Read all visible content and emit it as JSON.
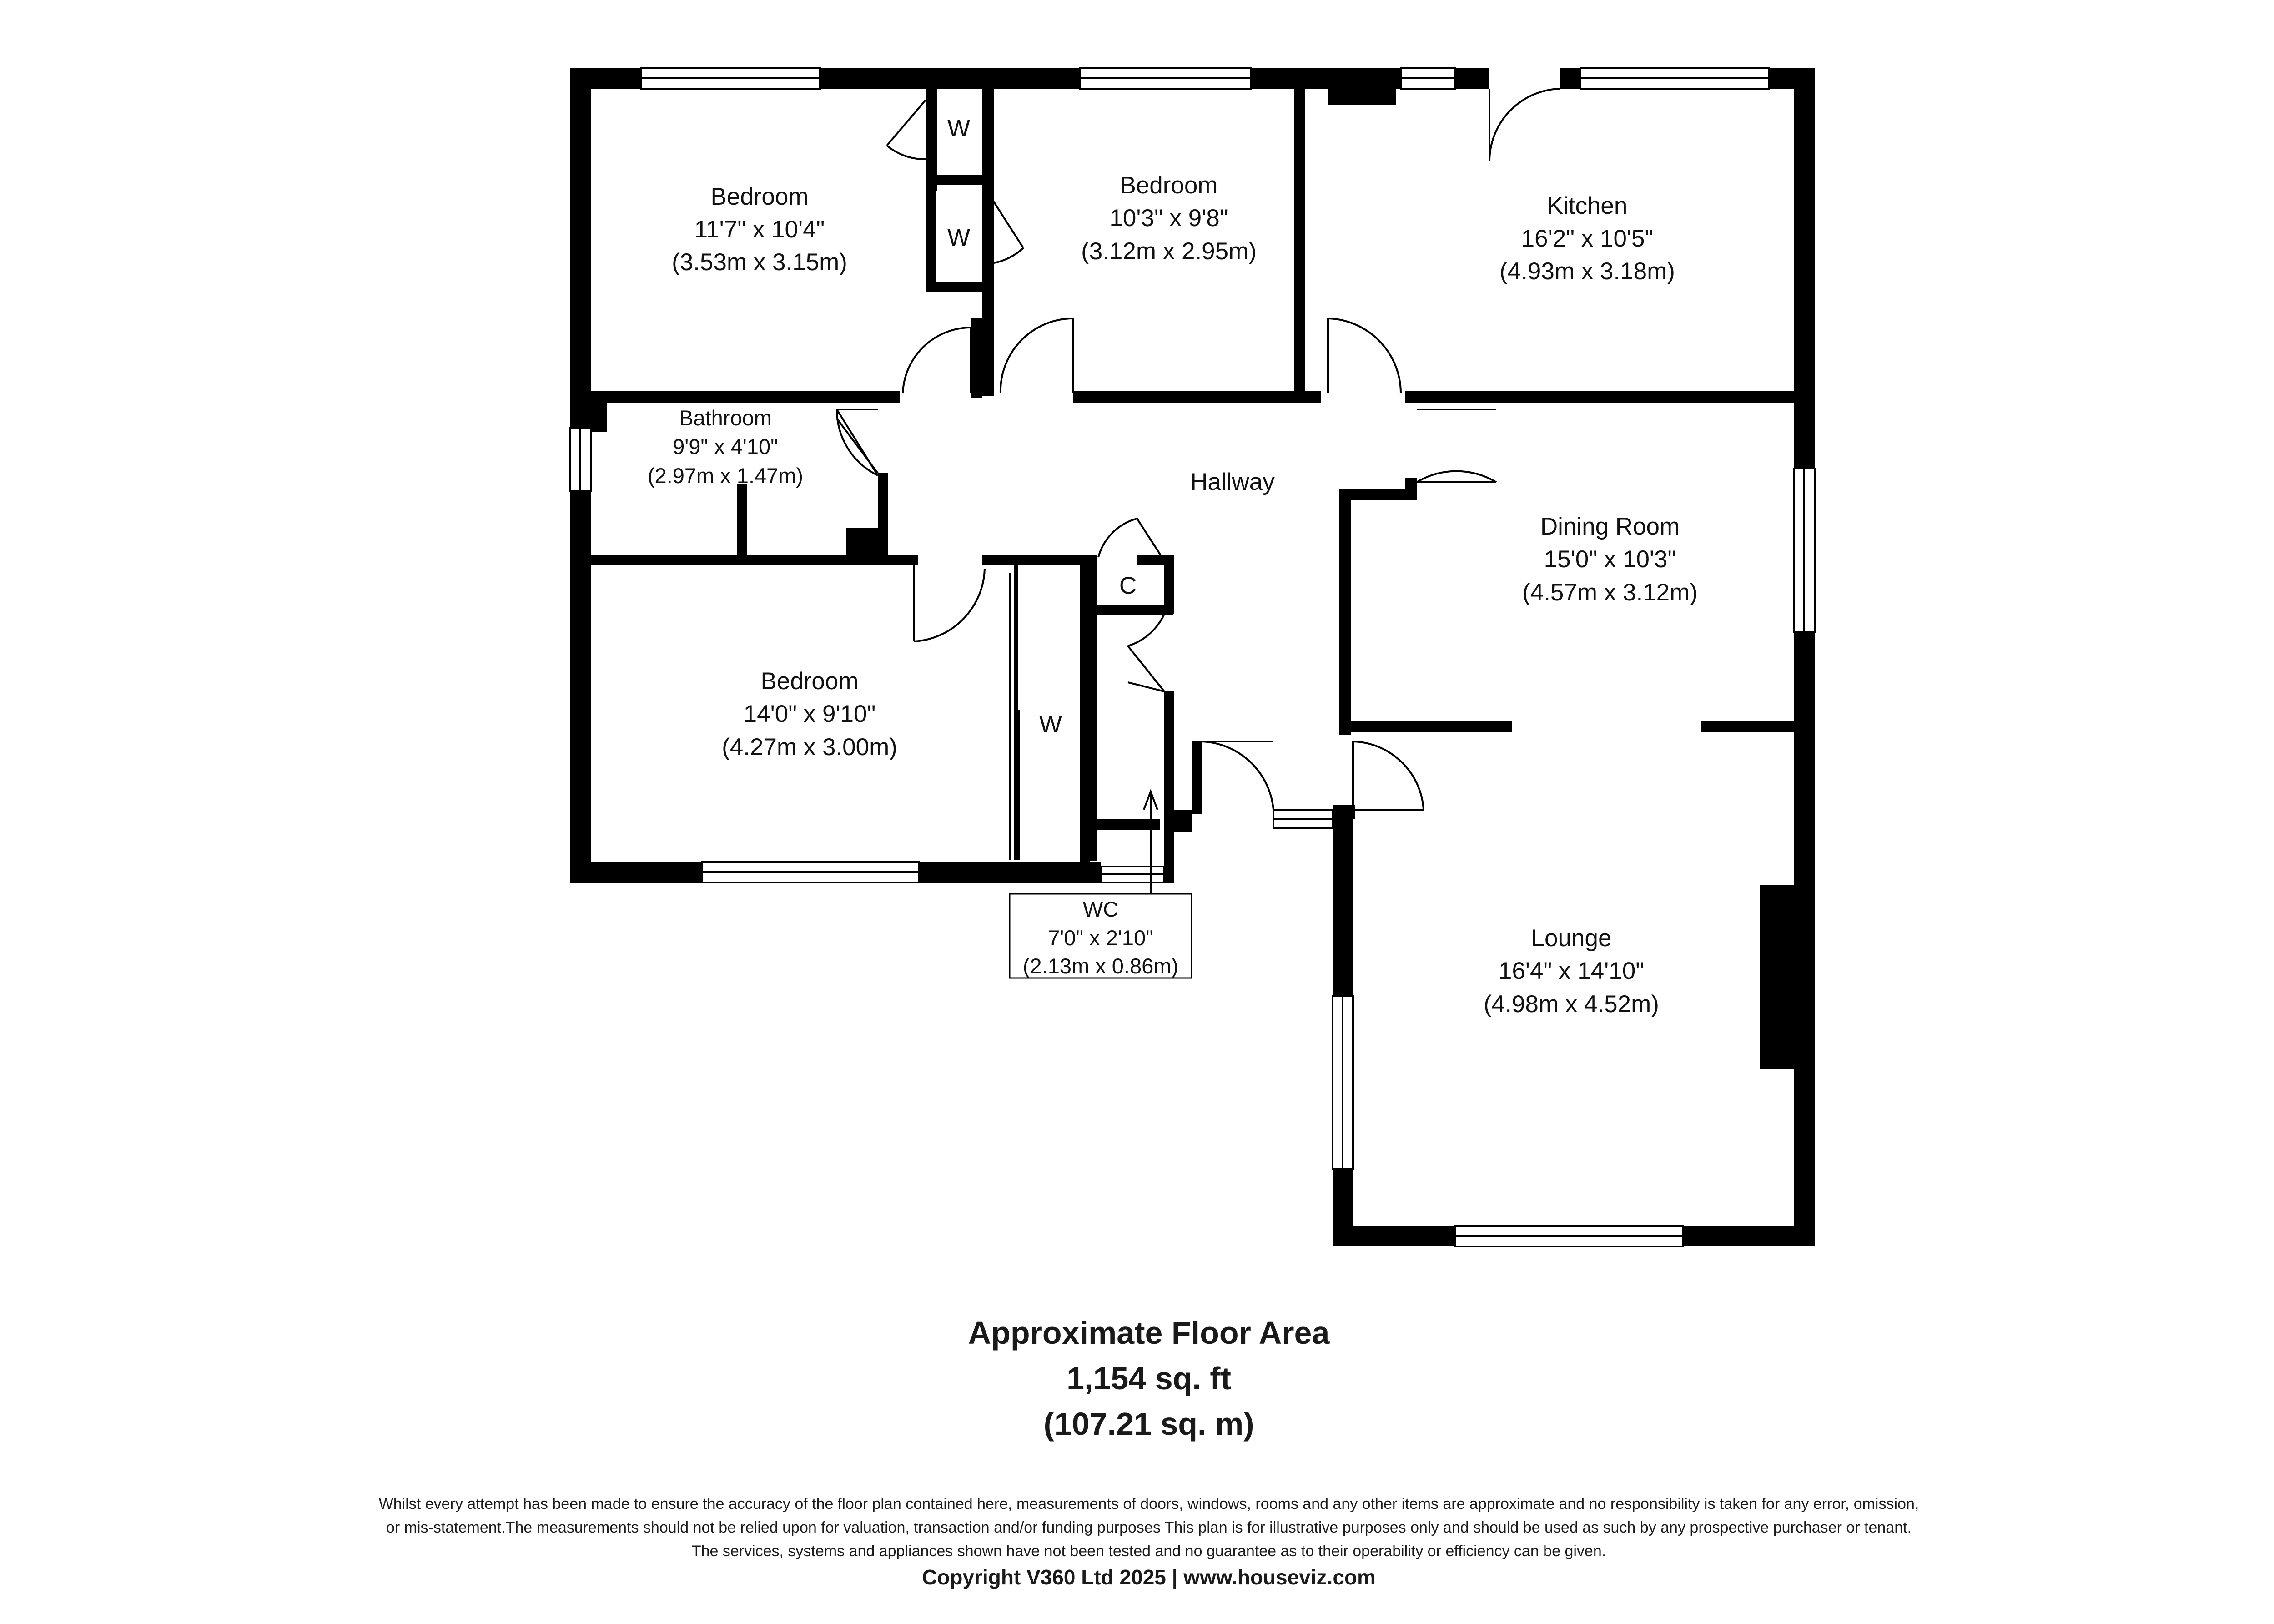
{
  "rooms": {
    "bedroom1": {
      "name": "Bedroom",
      "imperial": "11'7\" x 10'4\"",
      "metric": "(3.53m x 3.15m)"
    },
    "bedroom2": {
      "name": "Bedroom",
      "imperial": "10'3\" x 9'8\"",
      "metric": "(3.12m x 2.95m)"
    },
    "kitchen": {
      "name": "Kitchen",
      "imperial": "16'2\" x 10'5\"",
      "metric": "(4.93m x 3.18m)"
    },
    "bathroom": {
      "name": "Bathroom",
      "imperial": "9'9\" x 4'10\"",
      "metric": "(2.97m x 1.47m)"
    },
    "hallway": {
      "name": "Hallway"
    },
    "dining": {
      "name": "Dining Room",
      "imperial": "15'0\" x 10'3\"",
      "metric": "(4.57m x 3.12m)"
    },
    "bedroom3": {
      "name": "Bedroom",
      "imperial": "14'0\" x 9'10\"",
      "metric": "(4.27m x 3.00m)"
    },
    "wc": {
      "name": "WC",
      "imperial": "7'0\" x 2'10\"",
      "metric": "(2.13m x 0.86m)"
    },
    "lounge": {
      "name": "Lounge",
      "imperial": "16'4\" x 14'10\"",
      "metric": "(4.98m x 4.52m)"
    },
    "wardrobe_label": "W",
    "cupboard_label": "C"
  },
  "area": {
    "title": "Approximate Floor Area",
    "sqft": "1,154 sq. ft",
    "sqm": "(107.21 sq. m)"
  },
  "disclaimer": {
    "line1": "Whilst every attempt has been made to ensure the accuracy of the floor plan contained here, measurements of doors, windows, rooms and any other items are approximate and no responsibility is taken for any error, omission,",
    "line2": "or mis-statement.The measurements should not be relied upon for valuation, transaction and/or funding purposes This plan is for illustrative purposes only and should be used as such by any prospective purchaser or tenant.",
    "line3": "The services, systems and appliances shown have not been tested and no guarantee as to their operability or efficiency can be given."
  },
  "copyright": "Copyright V360 Ltd 2025 | www.houseviz.com"
}
